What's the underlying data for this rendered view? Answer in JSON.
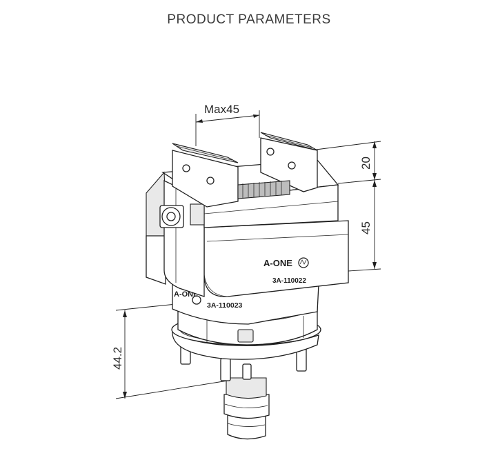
{
  "title": "PRODUCT PARAMETERS",
  "dimensions": {
    "jaw_opening": "Max45",
    "jaw_height": "20",
    "body_height": "45",
    "base_height": "44.2"
  },
  "labels": {
    "brand_upper": "A-ONE",
    "model_upper": "3A-110022",
    "brand_lower": "A-ONE",
    "model_lower": "3A-110023",
    "mark": "R"
  }
}
